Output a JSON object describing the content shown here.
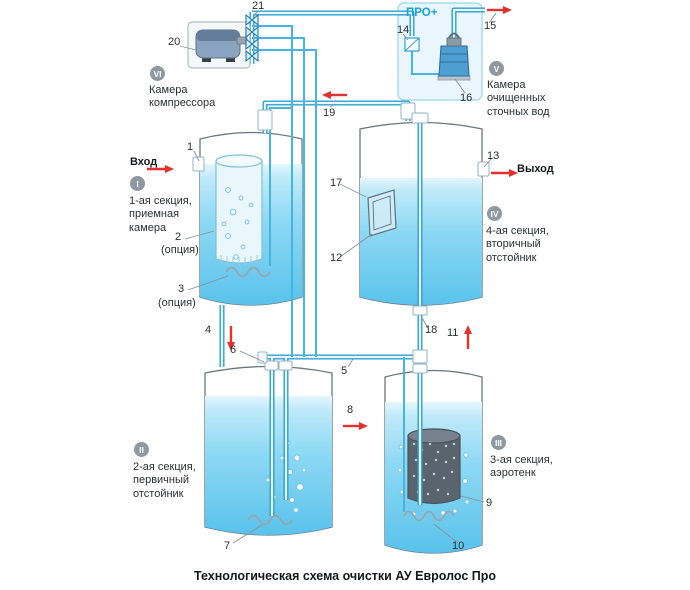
{
  "title": "Технологическая схема очистки АУ Евролос Про",
  "flow": {
    "inlet": "Вход",
    "outlet": "Выход",
    "pro_plus": "ПРО+",
    "option_note": "(опция)"
  },
  "sections": [
    {
      "numeral": "I",
      "caption": "1-ая секция, приемная камера"
    },
    {
      "numeral": "II",
      "caption": "2-ая секция, первичный отстойник"
    },
    {
      "numeral": "III",
      "caption": "3-ая секция, аэротенк"
    },
    {
      "numeral": "IV",
      "caption": "4-ая секция, вторичный отстойник"
    },
    {
      "numeral": "V",
      "caption": "Камера очищенных сточных вод"
    },
    {
      "numeral": "VI",
      "caption": "Камера компрессора"
    }
  ],
  "parts": {
    "p1": "1",
    "p2": "2",
    "p3": "3",
    "p4": "4",
    "p5": "5",
    "p6": "6",
    "p7": "7",
    "p8": "8",
    "p9": "9",
    "p10": "10",
    "p11": "11",
    "p12": "12",
    "p13": "13",
    "p14": "14",
    "p15": "15",
    "p16": "16",
    "p17": "17",
    "p18": "18",
    "p19": "19",
    "p20": "20",
    "p21": "21"
  },
  "colors": {
    "pipe": "#2f9fcc",
    "pipe_inner": "#e6f7fe",
    "water_top": "#ddf3fc",
    "water_bottom": "#54c0ea",
    "arrow_red": "#e5312b",
    "badge_gray": "#8d98a1",
    "pro_box": "#e9f6fd"
  }
}
